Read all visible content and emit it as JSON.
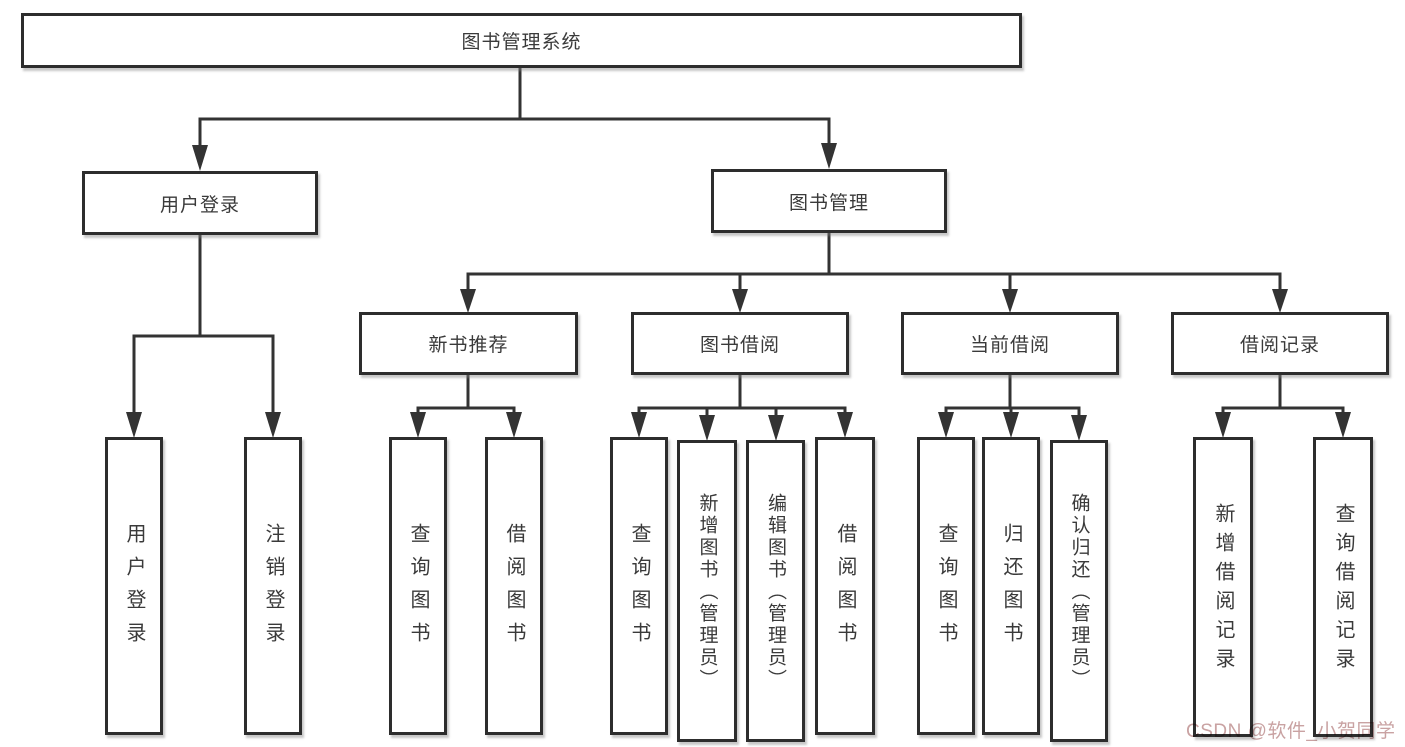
{
  "diagram": {
    "title_node": "图书管理系统",
    "branches": {
      "user_login": {
        "label": "用户登录",
        "children": {
          "login": "用户登录",
          "logout": "注销登录"
        }
      },
      "book_management": {
        "label": "图书管理",
        "sections": {
          "new_book": {
            "label": "新书推荐",
            "children": {
              "query": "查询图书",
              "borrow": "借阅图书"
            }
          },
          "borrowing": {
            "label": "图书借阅",
            "children": {
              "query": "查询图书",
              "add": "新增图书（管理员）",
              "edit": "编辑图书（管理员）",
              "borrow": "借阅图书"
            }
          },
          "current": {
            "label": "当前借阅",
            "children": {
              "query": "查询图书",
              "return": "归还图书",
              "confirm": "确认归还（管理员）"
            }
          },
          "records": {
            "label": "借阅记录",
            "children": {
              "add": "新增借阅记录",
              "query": "查询借阅记录"
            }
          }
        }
      }
    }
  },
  "watermark": "CSDN @软件_小贺同学",
  "colors": {
    "line": "#333333",
    "border": "#2d2d2d",
    "text": "#3a3a3a",
    "watermark": "#c9a2a2",
    "background": "#ffffff"
  }
}
